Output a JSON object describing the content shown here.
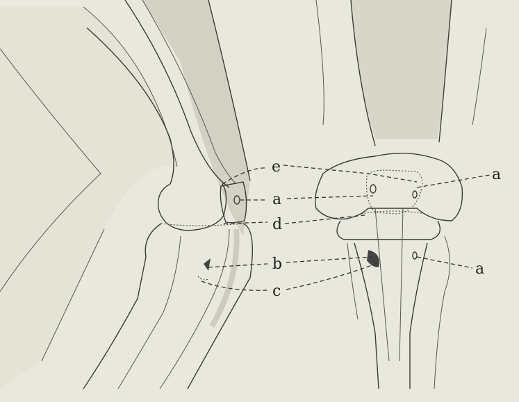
{
  "labels": {
    "e": "e",
    "a_center": "a",
    "a_right_top": "a",
    "a_right_bottom": "a",
    "d": "d",
    "b": "b",
    "c": "c"
  },
  "colors": {
    "paper": "#e9e8dc",
    "ink": "#333333",
    "shade": "#c9c8bb"
  }
}
